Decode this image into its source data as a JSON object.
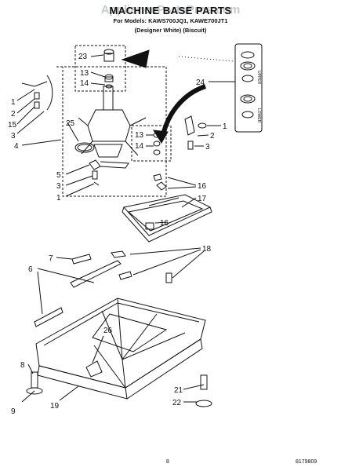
{
  "watermark": "AppliancePartsPros.com",
  "header": {
    "title": "MACHINE BASE PARTS",
    "models": "For Models: KAWS700JQ1, KAWE700JT1",
    "variants": "(Designer White)   (Biscuit)"
  },
  "callouts": [
    "1",
    "2",
    "15",
    "3",
    "4",
    "23",
    "13",
    "14",
    "25",
    "13",
    "14",
    "5",
    "3",
    "1",
    "24",
    "1",
    "2",
    "3",
    "16",
    "17",
    "16",
    "7",
    "6",
    "18",
    "8",
    "9",
    "19",
    "26",
    "21",
    "22"
  ],
  "kit_labels": {
    "upper": "UPPER",
    "lower": "LOWER"
  },
  "footer": {
    "page_number": "8",
    "part_number": "8179809"
  },
  "colors": {
    "ink": "#111111",
    "watermark": "#9aa0a6"
  }
}
